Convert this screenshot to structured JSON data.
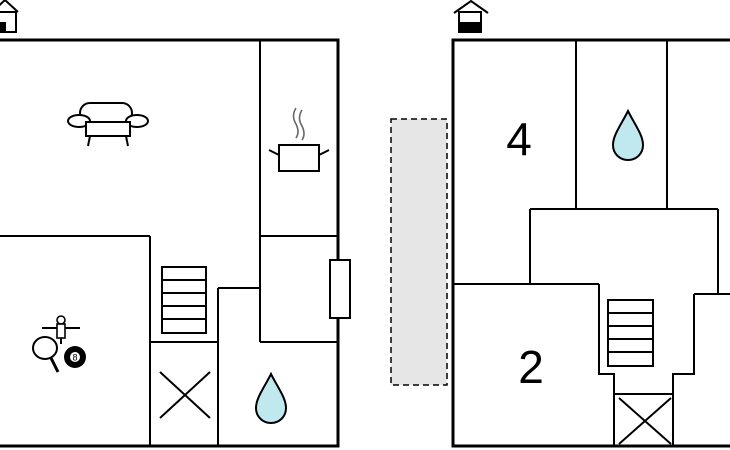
{
  "floors": [
    {
      "id": "ground",
      "entrance_icon": "house-icon",
      "rooms": [
        {
          "id": "living",
          "icon": "sofa-icon"
        },
        {
          "id": "kitchen",
          "icon": "cooking-pot-icon"
        },
        {
          "id": "game-room",
          "icon": "games-icon"
        },
        {
          "id": "bathroom",
          "icon": "water-drop-icon"
        },
        {
          "id": "void",
          "icon": "void-cross-icon"
        }
      ],
      "stairs": true,
      "window": true
    },
    {
      "id": "upper",
      "entrance_icon": "house-icon",
      "rooms": [
        {
          "id": "bedroom-4",
          "label": "4"
        },
        {
          "id": "bathroom",
          "icon": "water-drop-icon"
        },
        {
          "id": "bedroom-2",
          "label": "2"
        },
        {
          "id": "void",
          "icon": "void-cross-icon"
        }
      ],
      "stairs": true
    }
  ],
  "terrace": {
    "style": "dashed",
    "fill": "#e6e6e6"
  },
  "colors": {
    "wall": "#000000",
    "water": "#bfe8ef",
    "terrace": "#e6e6e6",
    "background": "#ffffff"
  },
  "ball_label": "8"
}
